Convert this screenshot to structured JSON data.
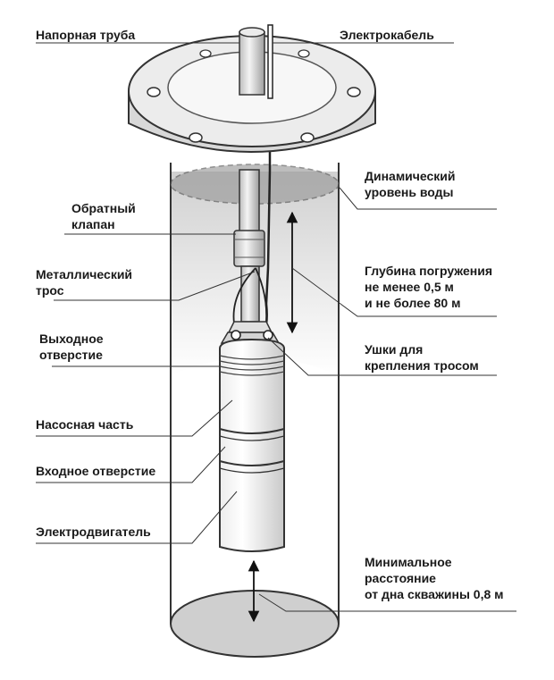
{
  "diagram": {
    "labels": {
      "pressure_pipe": "Напорная труба",
      "electric_cable": "Электрокабель",
      "dynamic_level": "Динамический\nуровень воды",
      "check_valve": "Обратный\nклапан",
      "metal_rope": "Металлический\nтрос",
      "immersion_depth": "Глубина погружения\nне менее 0,5 м\nи не более 80 м",
      "outlet": "Выходное\nотверстие",
      "rope_lugs": "Ушки для\nкрепления тросом",
      "pump_part": "Насосная часть",
      "inlet": "Входное отверстие",
      "motor": "Электродвигатель",
      "min_distance": "Минимальное\nрасстояние\nот дна скважины 0,8 м"
    }
  }
}
